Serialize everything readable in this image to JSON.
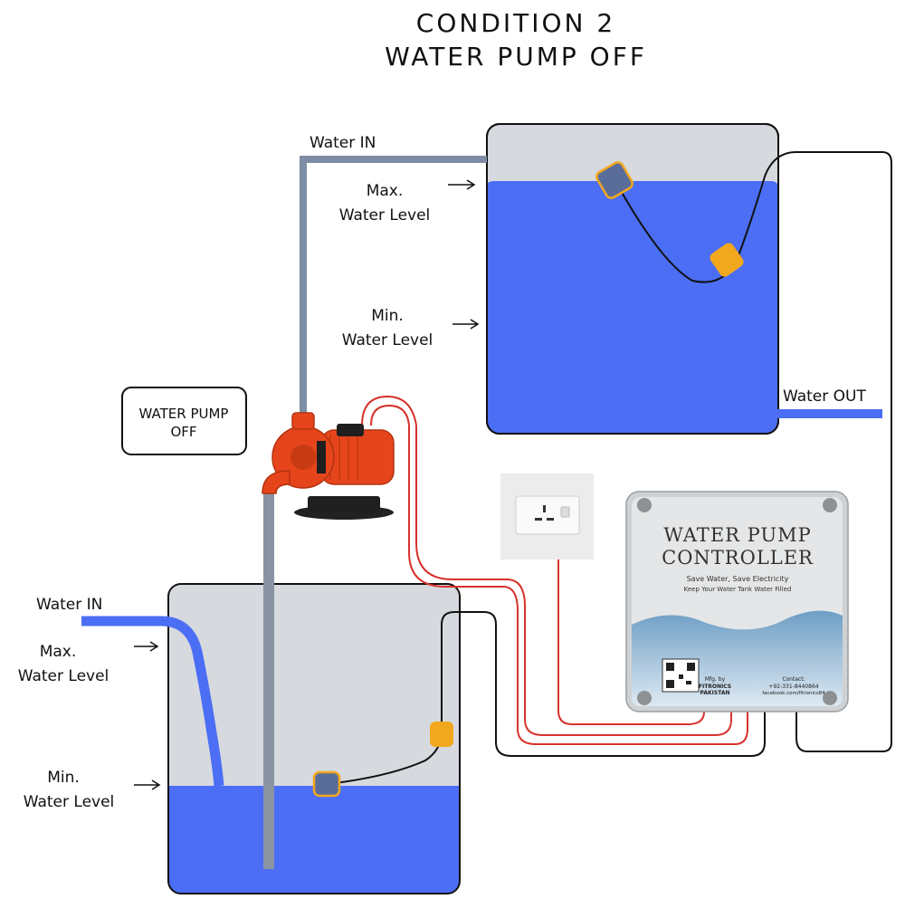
{
  "title": {
    "line1": "CONDITION 2",
    "line2": "WATER PUMP OFF"
  },
  "status_box": {
    "line1": "WATER PUMP",
    "line2": "OFF"
  },
  "upper_tank": {
    "water_in": "Water IN",
    "max_line1": "Max.",
    "max_line2": "Water Level",
    "min_line1": "Min.",
    "min_line2": "Water Level",
    "water_out": "Water OUT"
  },
  "lower_tank": {
    "water_in": "Water IN",
    "max_line1": "Max.",
    "max_line2": "Water Level",
    "min_line1": "Min.",
    "min_line2": "Water Level"
  },
  "controller": {
    "title_line1": "WATER PUMP",
    "title_line2": "CONTROLLER",
    "tagline1": "Save Water, Save Electricity",
    "tagline2": "Keep Your Water Tank Water Filled",
    "mfg_line1": "Mfg. by",
    "mfg_line2": "FITRONICS",
    "mfg_line3": "PAKISTAN",
    "contact_label": "Contact:",
    "contact_phone": "+92-331-8440864",
    "contact_web": "facebook.com/fitronics84"
  },
  "colors": {
    "water": "#4b6ef4",
    "tank_empty": "#d6d9de",
    "pipe": "#7f8ca5",
    "float_gray": "#5a6d9a",
    "float_orange": "#f2a81d",
    "red_wire": "#d7322c",
    "pump_red": "#e6451b"
  }
}
